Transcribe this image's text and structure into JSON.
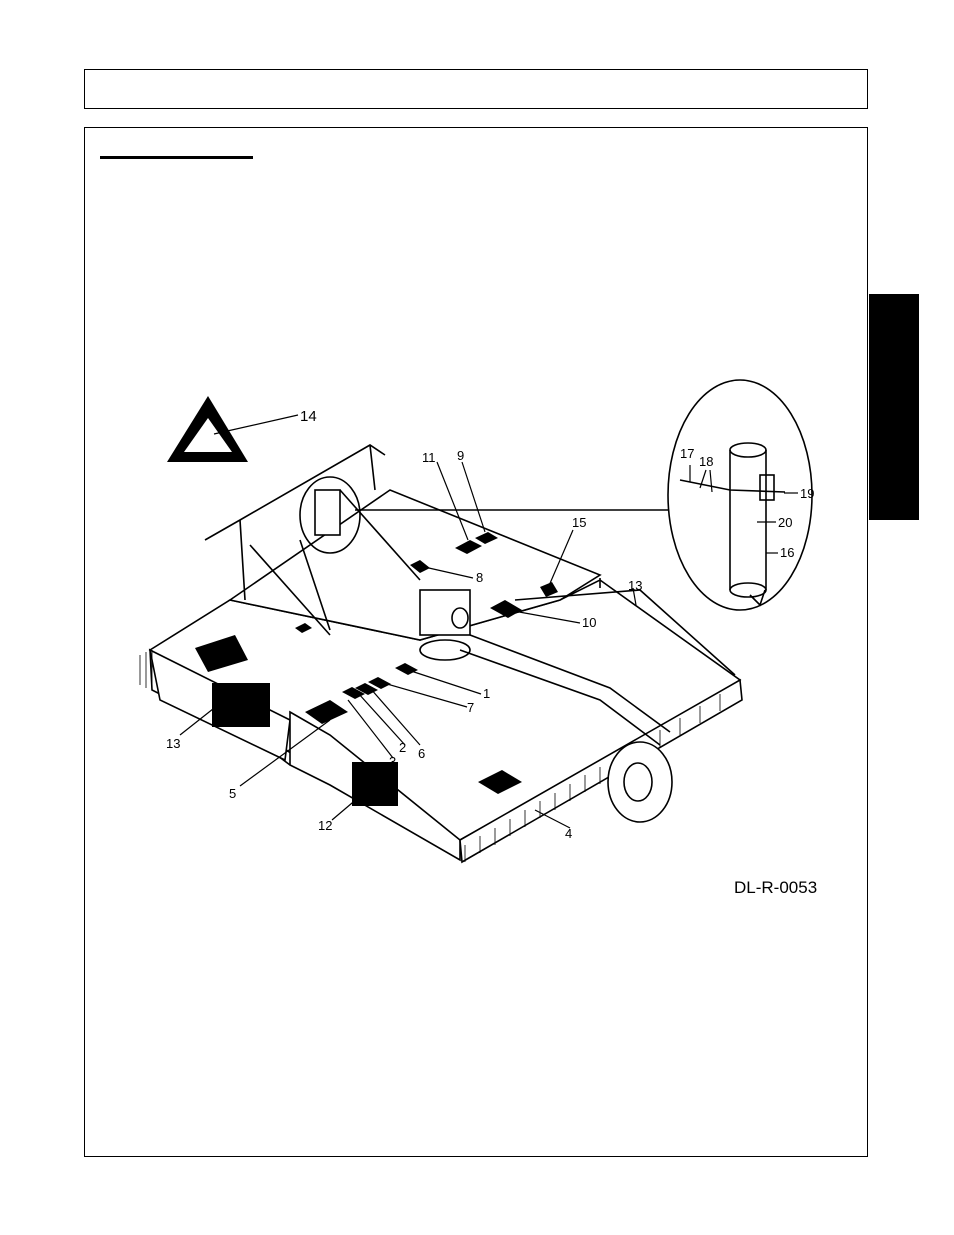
{
  "header": {
    "title": ""
  },
  "section": {
    "heading": ""
  },
  "figure": {
    "id": "DL-R-0053",
    "callouts": [
      "1",
      "2",
      "3",
      "4",
      "5",
      "6",
      "7",
      "8",
      "9",
      "10",
      "11",
      "12",
      "13",
      "13",
      "14",
      "15",
      "16",
      "17",
      "18",
      "19",
      "20"
    ]
  }
}
